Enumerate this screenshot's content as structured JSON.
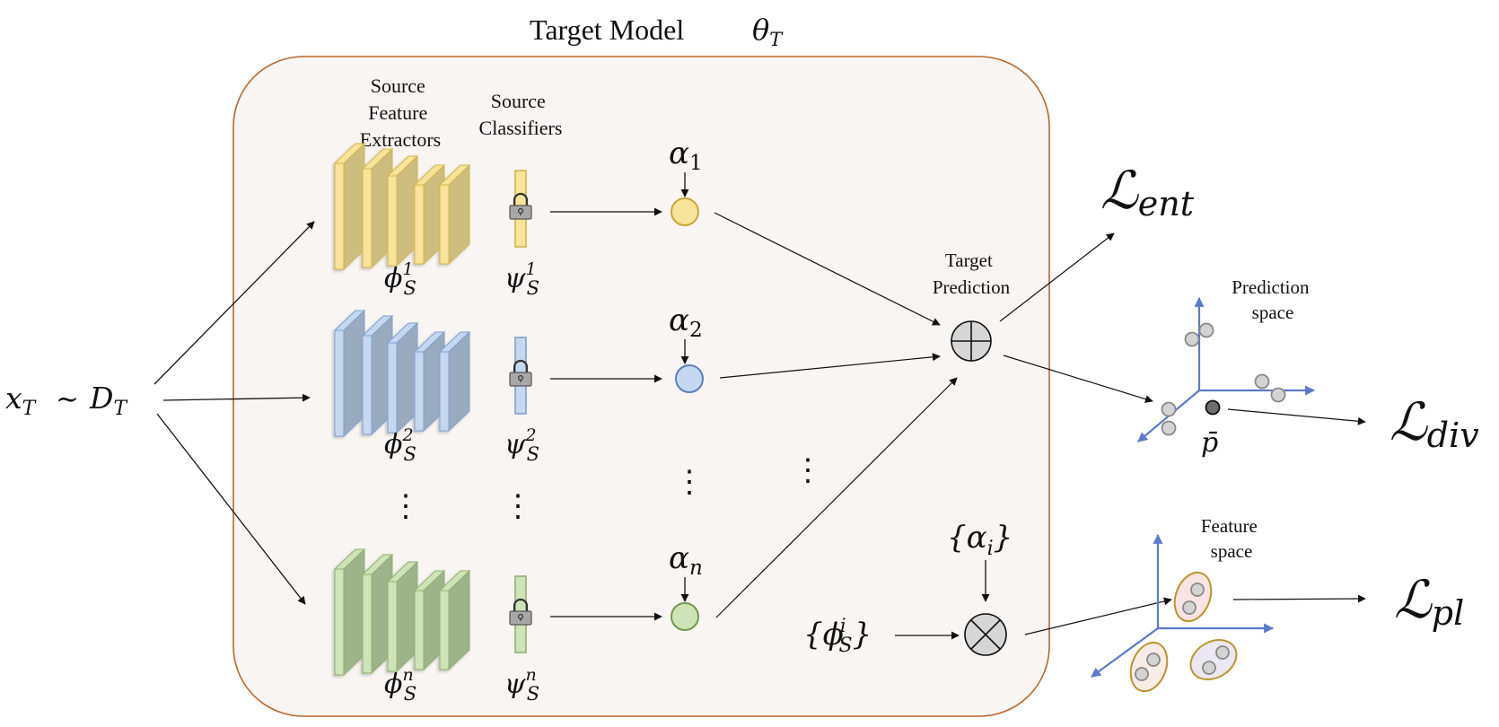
{
  "title": {
    "label": "Target Model",
    "param": "θ",
    "param_sub": "T"
  },
  "input": {
    "var": "x",
    "var_sub": "T",
    "rel": "∼",
    "dist": "D",
    "dist_sub": "T"
  },
  "headers": {
    "extractors": [
      "Source",
      "Feature",
      "Extractors"
    ],
    "classifiers": [
      "Source",
      "Classifiers"
    ]
  },
  "branches": [
    {
      "id": "1",
      "extractor_label": "ϕ",
      "extractor_sub": "S",
      "extractor_sup": "1",
      "classifier_label": "ψ",
      "classifier_sub": "S",
      "classifier_sup": "1",
      "weight_label": "α",
      "weight_sub": "1",
      "colors": {
        "light": "#f7e39a",
        "dark": "#cdbd7e",
        "edge": "#d4b44a",
        "node": "#f7e39a",
        "node_edge": "#c9a53a"
      }
    },
    {
      "id": "2",
      "extractor_label": "ϕ",
      "extractor_sub": "S",
      "extractor_sup": "2",
      "classifier_label": "ψ",
      "classifier_sub": "S",
      "classifier_sup": "2",
      "weight_label": "α",
      "weight_sub": "2",
      "colors": {
        "light": "#c6d8f0",
        "dark": "#9aabbf",
        "edge": "#7d9fd0",
        "node": "#c6d8f0",
        "node_edge": "#5a7fc0"
      }
    },
    {
      "id": "n",
      "extractor_label": "ϕ",
      "extractor_sub": "S",
      "extractor_sup": "n",
      "classifier_label": "ψ",
      "classifier_sub": "S",
      "classifier_sup": "n",
      "weight_label": "α",
      "weight_sub": "n",
      "colors": {
        "light": "#cfe3b8",
        "dark": "#9db38a",
        "edge": "#8fb070",
        "node": "#cfe3b8",
        "node_edge": "#6f9a4c"
      }
    }
  ],
  "ellipsis": "⋮",
  "combiner": {
    "label": [
      "Target",
      "Prediction"
    ],
    "symbol": "⊕"
  },
  "feature_agg": {
    "weights_label": "{α",
    "weights_sub": "i",
    "weights_close": "}",
    "features_label": "{ϕ",
    "features_sub": "S",
    "features_sup": "i",
    "features_close": "}",
    "symbol": "⊗"
  },
  "prediction_space": {
    "label": [
      "Prediction",
      "space"
    ],
    "mean_label": "p̄"
  },
  "feature_space": {
    "label": [
      "Feature",
      "space"
    ]
  },
  "losses": {
    "ent": {
      "symbol": "ℒ",
      "sub": "ent"
    },
    "div": {
      "symbol": "ℒ",
      "sub": "div"
    },
    "pl": {
      "symbol": "ℒ",
      "sub": "pl"
    }
  },
  "colors": {
    "box_fill": "#f9f5f2",
    "box_stroke": "#b8682e",
    "axis": "#5b7bc8",
    "point_fill": "#d3d3d3",
    "point_stroke": "#8a8a8a",
    "mean_fill": "#6e6e6e",
    "cluster_edge": "#b8962e",
    "cluster_fills": [
      "#f9e3e3",
      "#f7ece6",
      "#ebe8f4"
    ],
    "lock_fill": "#a7a7a7",
    "lock_stroke": "#555555"
  }
}
